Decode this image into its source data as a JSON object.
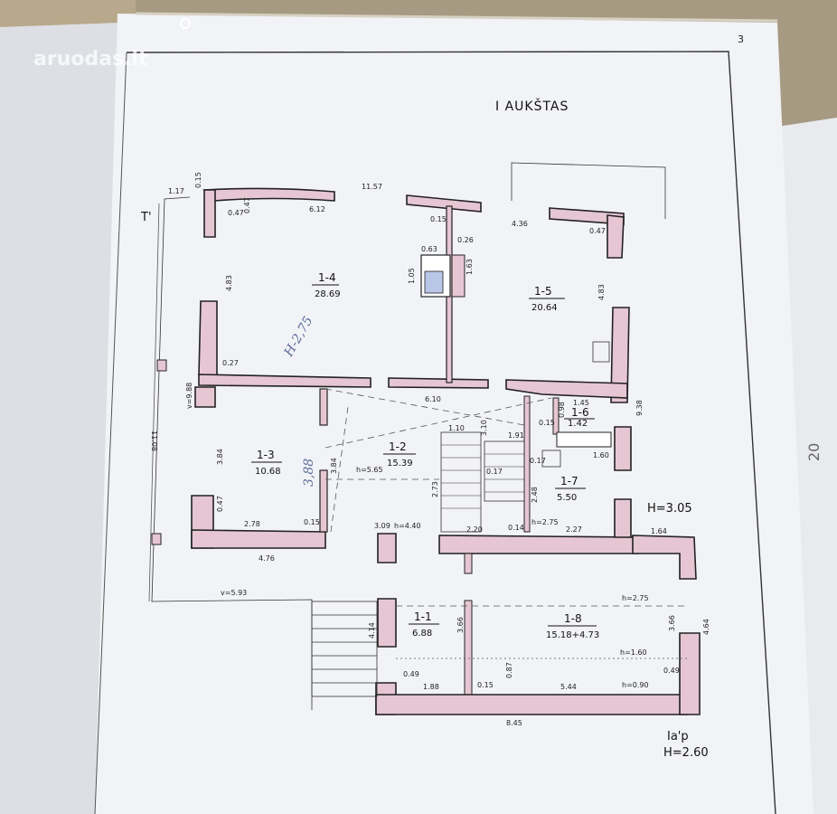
{
  "watermark": "aruodas.lt",
  "page_number": "3",
  "floor_title": "I AUKŠTAS",
  "level_note": {
    "code": "Ia'p",
    "height": "H=2.60"
  },
  "main_height": "H=3.05",
  "mark_t": "T'",
  "handwritten_note": "H-2,75",
  "rooms": {
    "r14": {
      "id": "1-4",
      "area": "28.69"
    },
    "r15": {
      "id": "1-5",
      "area": "20.64"
    },
    "r13": {
      "id": "1-3",
      "area": "10.68"
    },
    "r12": {
      "id": "1-2",
      "area": "15.39"
    },
    "r16": {
      "id": "1-6",
      "area": "1.42"
    },
    "r17": {
      "id": "1-7",
      "area": "5.50"
    },
    "r11": {
      "id": "1-1",
      "area": "6.88"
    },
    "r18": {
      "id": "1-8",
      "area": "15.18+4.73"
    }
  },
  "dims": {
    "d_1_17": "1.17",
    "d_0_15a": "0.15",
    "d_11_57": "11.57",
    "d_0_47a": "0.47",
    "d_0_47b": "0.47",
    "d_6_12": "6.12",
    "d_0_15b": "0.15",
    "d_0_26": "0.26",
    "d_4_36": "4.36",
    "d_0_47c": "0.47",
    "d_0_63": "0.63",
    "d_1_05": "1.05",
    "d_1_63": "1.63",
    "d_4_83a": "4.83",
    "d_4_83b": "4.83",
    "d_0_27": "0.27",
    "d_6_10": "6.10",
    "d_v9_88": "v=9.88",
    "d_11_08": "11.08",
    "d_9_38": "9.38",
    "d_1_45": "1.45",
    "d_0_98": "0.98",
    "d_0_15c": "0.15",
    "d_1_10": "1.10",
    "d_3_10": "3.10",
    "d_1_91": "1.91",
    "d_0_17a": "0.17",
    "d_0_17b": "0.17",
    "d_1_60": "1.60",
    "d_3_84a": "3.84",
    "d_3_84b": "3.84",
    "d_3_88": "3,88",
    "d_h5_65": "h=5.65",
    "d_2_73": "2.73",
    "d_2_48": "2.48",
    "d_0_47d": "0.47",
    "d_2_78": "2.78",
    "d_0_15d": "0.15",
    "d_3_09": "3.09",
    "d_h4_40": "h=4.40",
    "d_2_20": "2.20",
    "d_0_14": "0.14",
    "d_h2_75a": "h=2.75",
    "d_2_27": "2.27",
    "d_4_76": "4.76",
    "d_1_64": "1.64",
    "d_v5_93": "v=5.93",
    "d_h2_75b": "h=2.75",
    "d_4_14": "4.14",
    "d_3_66a": "3.66",
    "d_3_66b": "3.66",
    "d_4_64": "4.64",
    "d_h1_60": "h=1.60",
    "d_0_49a": "0.49",
    "d_1_88": "1.88",
    "d_0_15e": "0.15",
    "d_0_87": "0.87",
    "d_5_44": "5.44",
    "d_h0_90": "h=0.90",
    "d_0_49b": "0.49",
    "d_8_45": "8.45",
    "d_20": "20"
  }
}
